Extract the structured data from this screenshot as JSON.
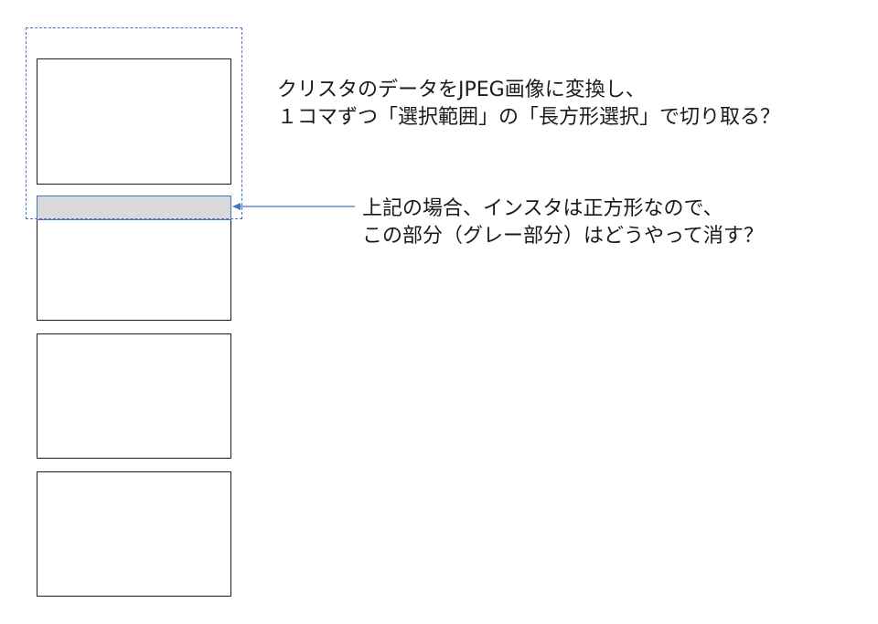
{
  "colors": {
    "panel_border": "#1e1e1e",
    "selection_border": "#4472c4",
    "gray_area": "#d9d9d9",
    "arrow": "#4472c4",
    "text": "#1a1a1a"
  },
  "selection_box": {
    "style": "dashed"
  },
  "note_top": {
    "line1": "クリスタのデータをJPEG画像に変換し、",
    "line2": "１コマずつ「選択範囲」の「長方形選択」で切り取る？"
  },
  "note_bottom": {
    "line1": "上記の場合、インスタは正方形なので、",
    "line2": "この部分（グレー部分）はどうやって消す？"
  }
}
